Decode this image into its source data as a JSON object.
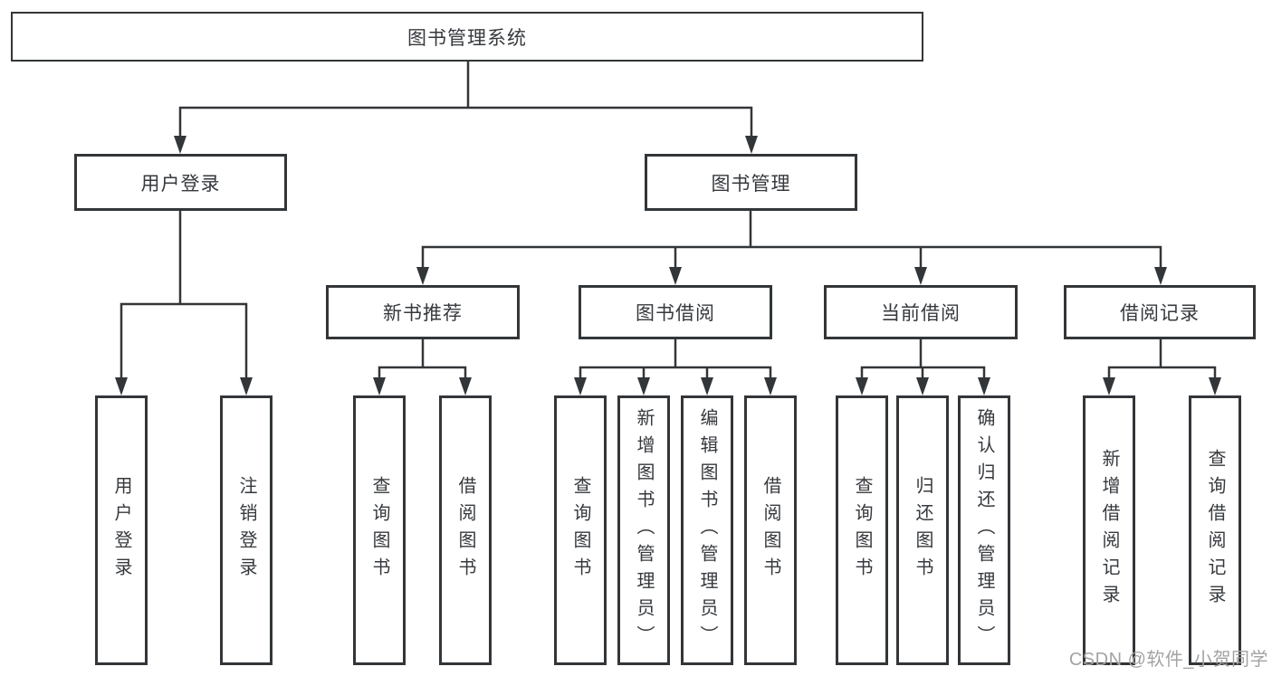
{
  "diagram": {
    "title": "图书管理系统",
    "root": {
      "label": "图书管理系统"
    },
    "branches": [
      {
        "label": "用户登录",
        "children": [
          {
            "label": "用户登录"
          },
          {
            "label": "注销登录"
          }
        ]
      },
      {
        "label": "图书管理",
        "children": [
          {
            "label": "新书推荐",
            "children": [
              {
                "label": "查询图书"
              },
              {
                "label": "借阅图书"
              }
            ]
          },
          {
            "label": "图书借阅",
            "children": [
              {
                "label": "查询图书"
              },
              {
                "label": "新增图书（管理员）"
              },
              {
                "label": "编辑图书（管理员）"
              },
              {
                "label": "借阅图书"
              }
            ]
          },
          {
            "label": "当前借阅",
            "children": [
              {
                "label": "查询图书"
              },
              {
                "label": "归还图书"
              },
              {
                "label": "确认归还（管理员）"
              }
            ]
          },
          {
            "label": "借阅记录",
            "children": [
              {
                "label": "新增借阅记录"
              },
              {
                "label": "查询借阅记录"
              }
            ]
          }
        ]
      }
    ]
  },
  "watermark": {
    "text": "CSDN @软件_小贺同学"
  },
  "colors": {
    "line": "#333639",
    "text": "#36393d",
    "watermark": "#a3a3a3",
    "background": "#ffffff"
  }
}
